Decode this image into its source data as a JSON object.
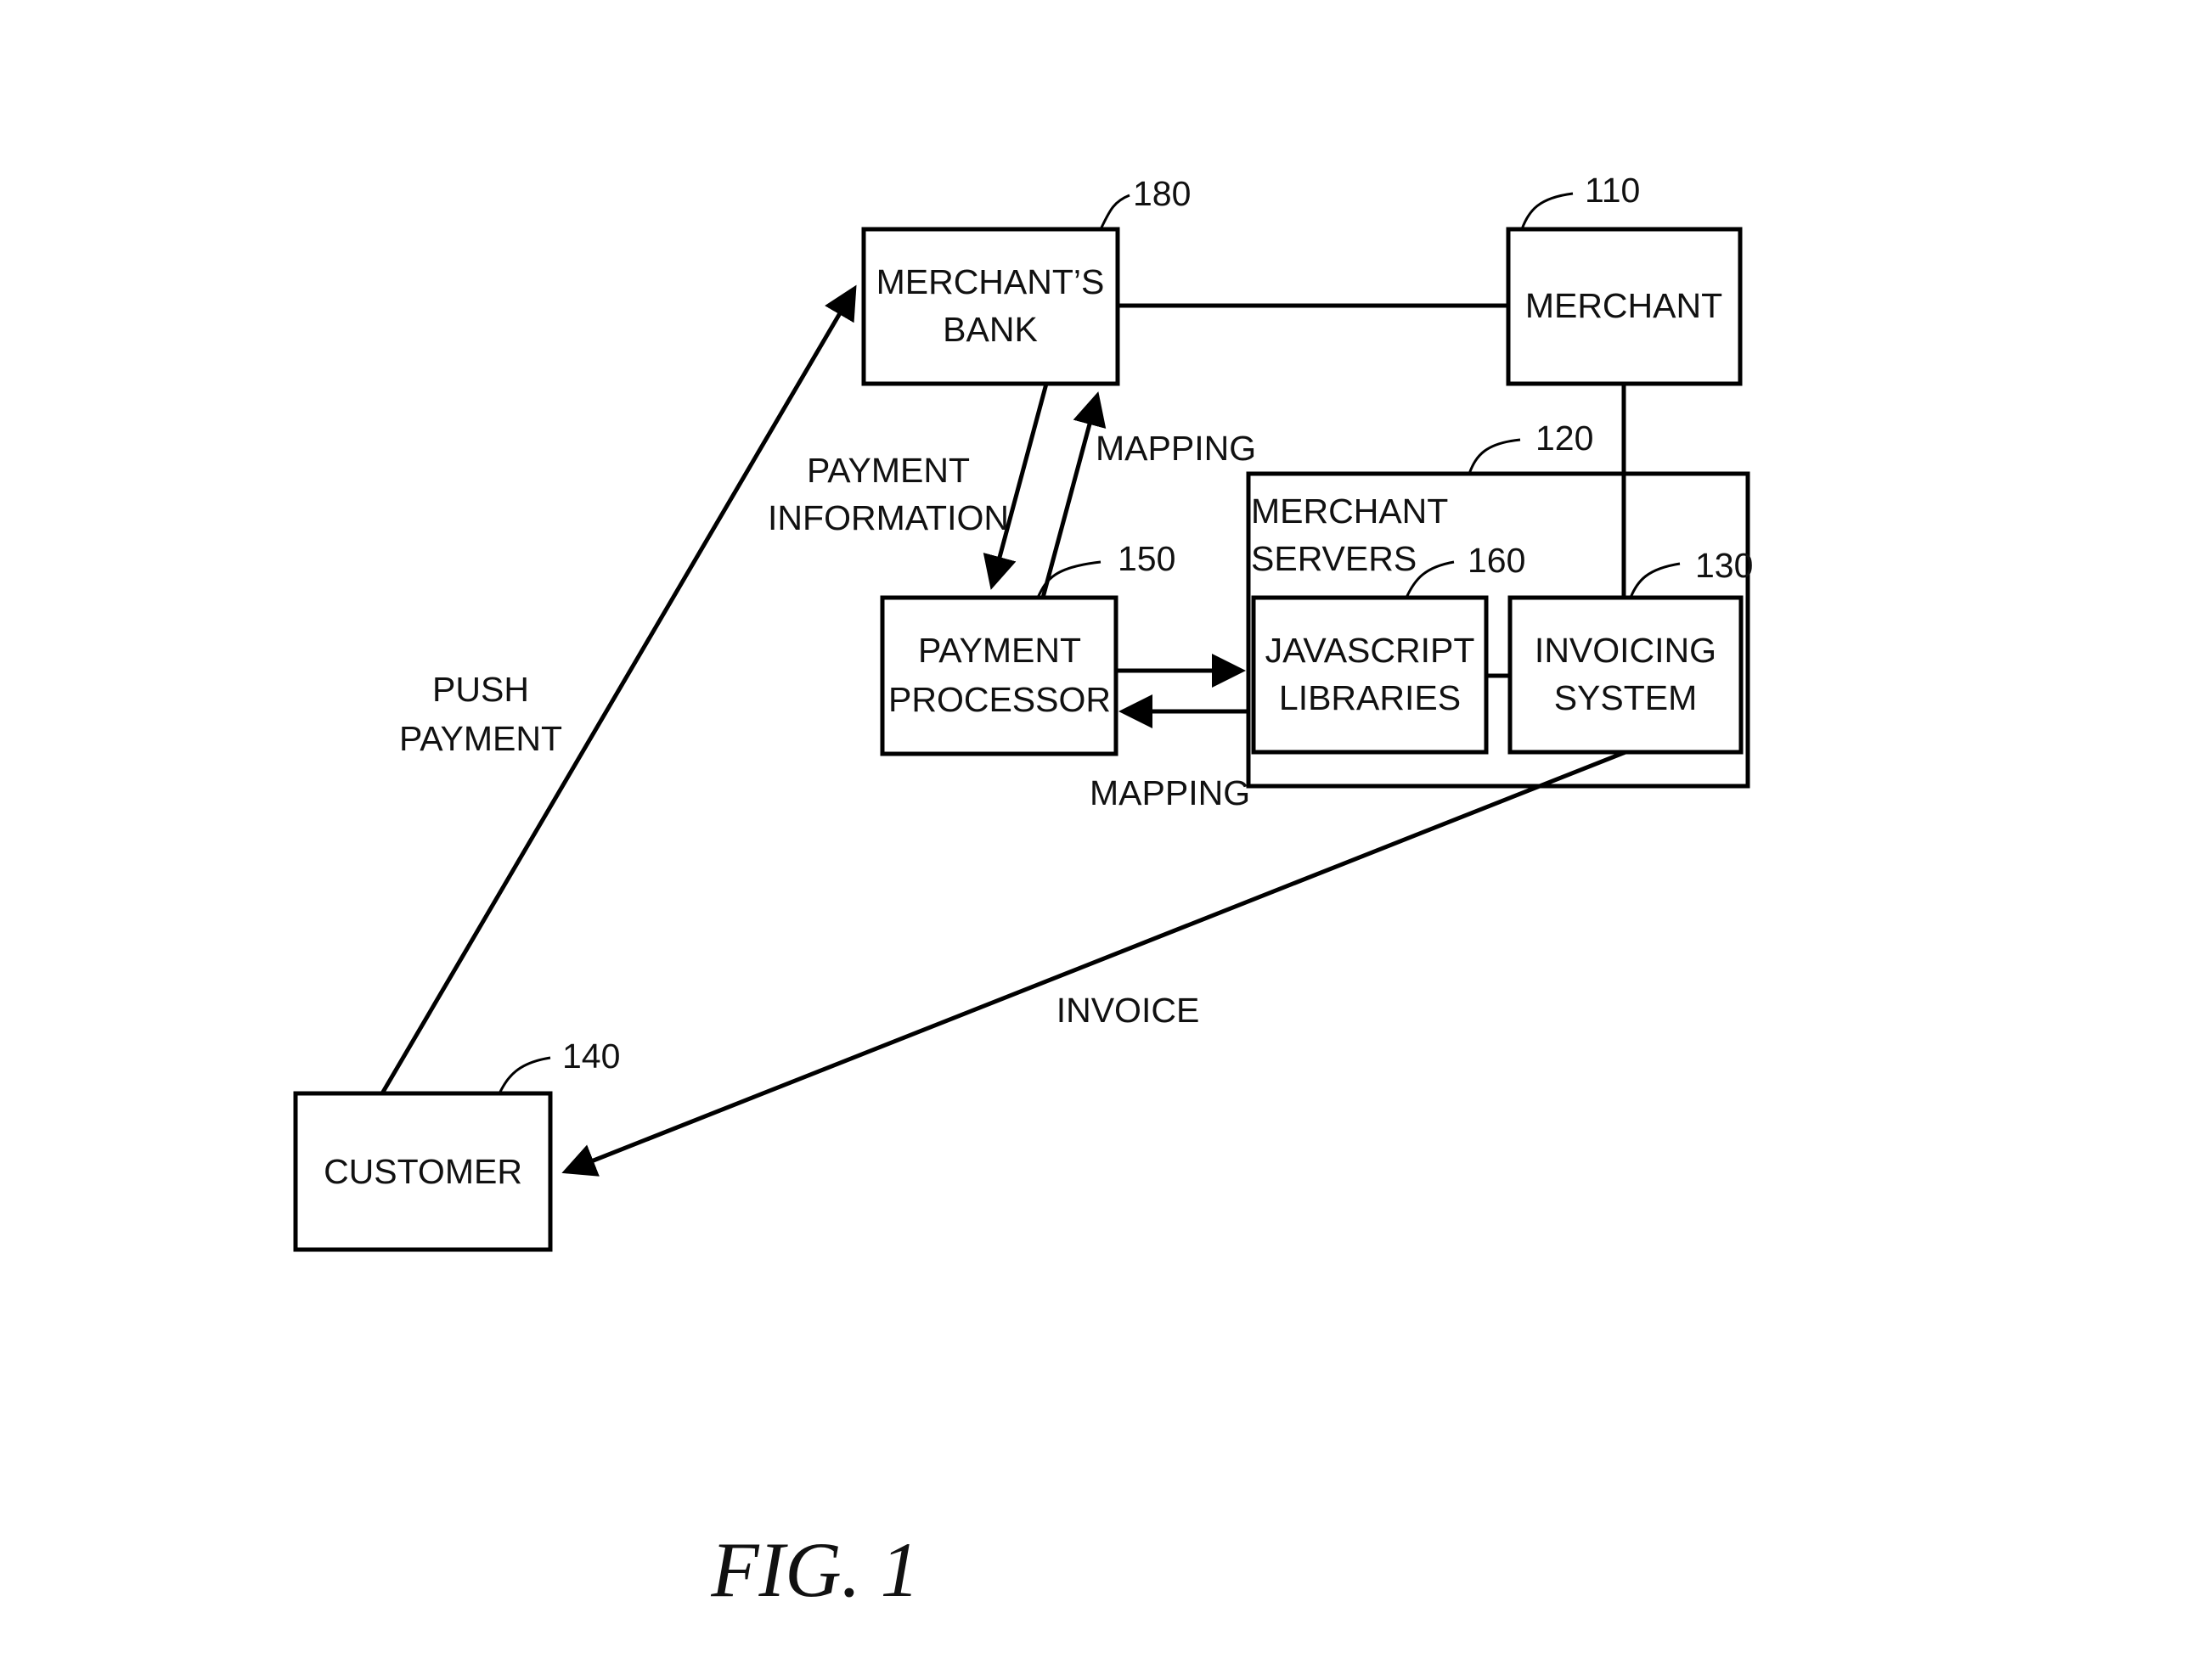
{
  "nodes": {
    "merchants_bank": {
      "line1": "MERCHANT’S",
      "line2": "BANK",
      "ref": "180"
    },
    "merchant": {
      "label": "MERCHANT",
      "ref": "110"
    },
    "merchant_servers": {
      "line1": "MERCHANT",
      "line2": "SERVERS",
      "ref": "120"
    },
    "payment_processor": {
      "line1": "PAYMENT",
      "line2": "PROCESSOR",
      "ref": "150"
    },
    "javascript_libraries": {
      "line1": "JAVASCRIPT",
      "line2": "LIBRARIES",
      "ref": "160"
    },
    "invoicing_system": {
      "line1": "INVOICING",
      "line2": "SYSTEM",
      "ref": "130"
    },
    "customer": {
      "label": "CUSTOMER",
      "ref": "140"
    }
  },
  "edges": {
    "push_payment": {
      "line1": "PUSH",
      "line2": "PAYMENT"
    },
    "payment_information": {
      "line1": "PAYMENT",
      "line2": "INFORMATION"
    },
    "mapping_top": {
      "label": "MAPPING"
    },
    "mapping_bottom": {
      "label": "MAPPING"
    },
    "invoice": {
      "label": "INVOICE"
    }
  },
  "figure": {
    "caption": "FIG. 1"
  }
}
